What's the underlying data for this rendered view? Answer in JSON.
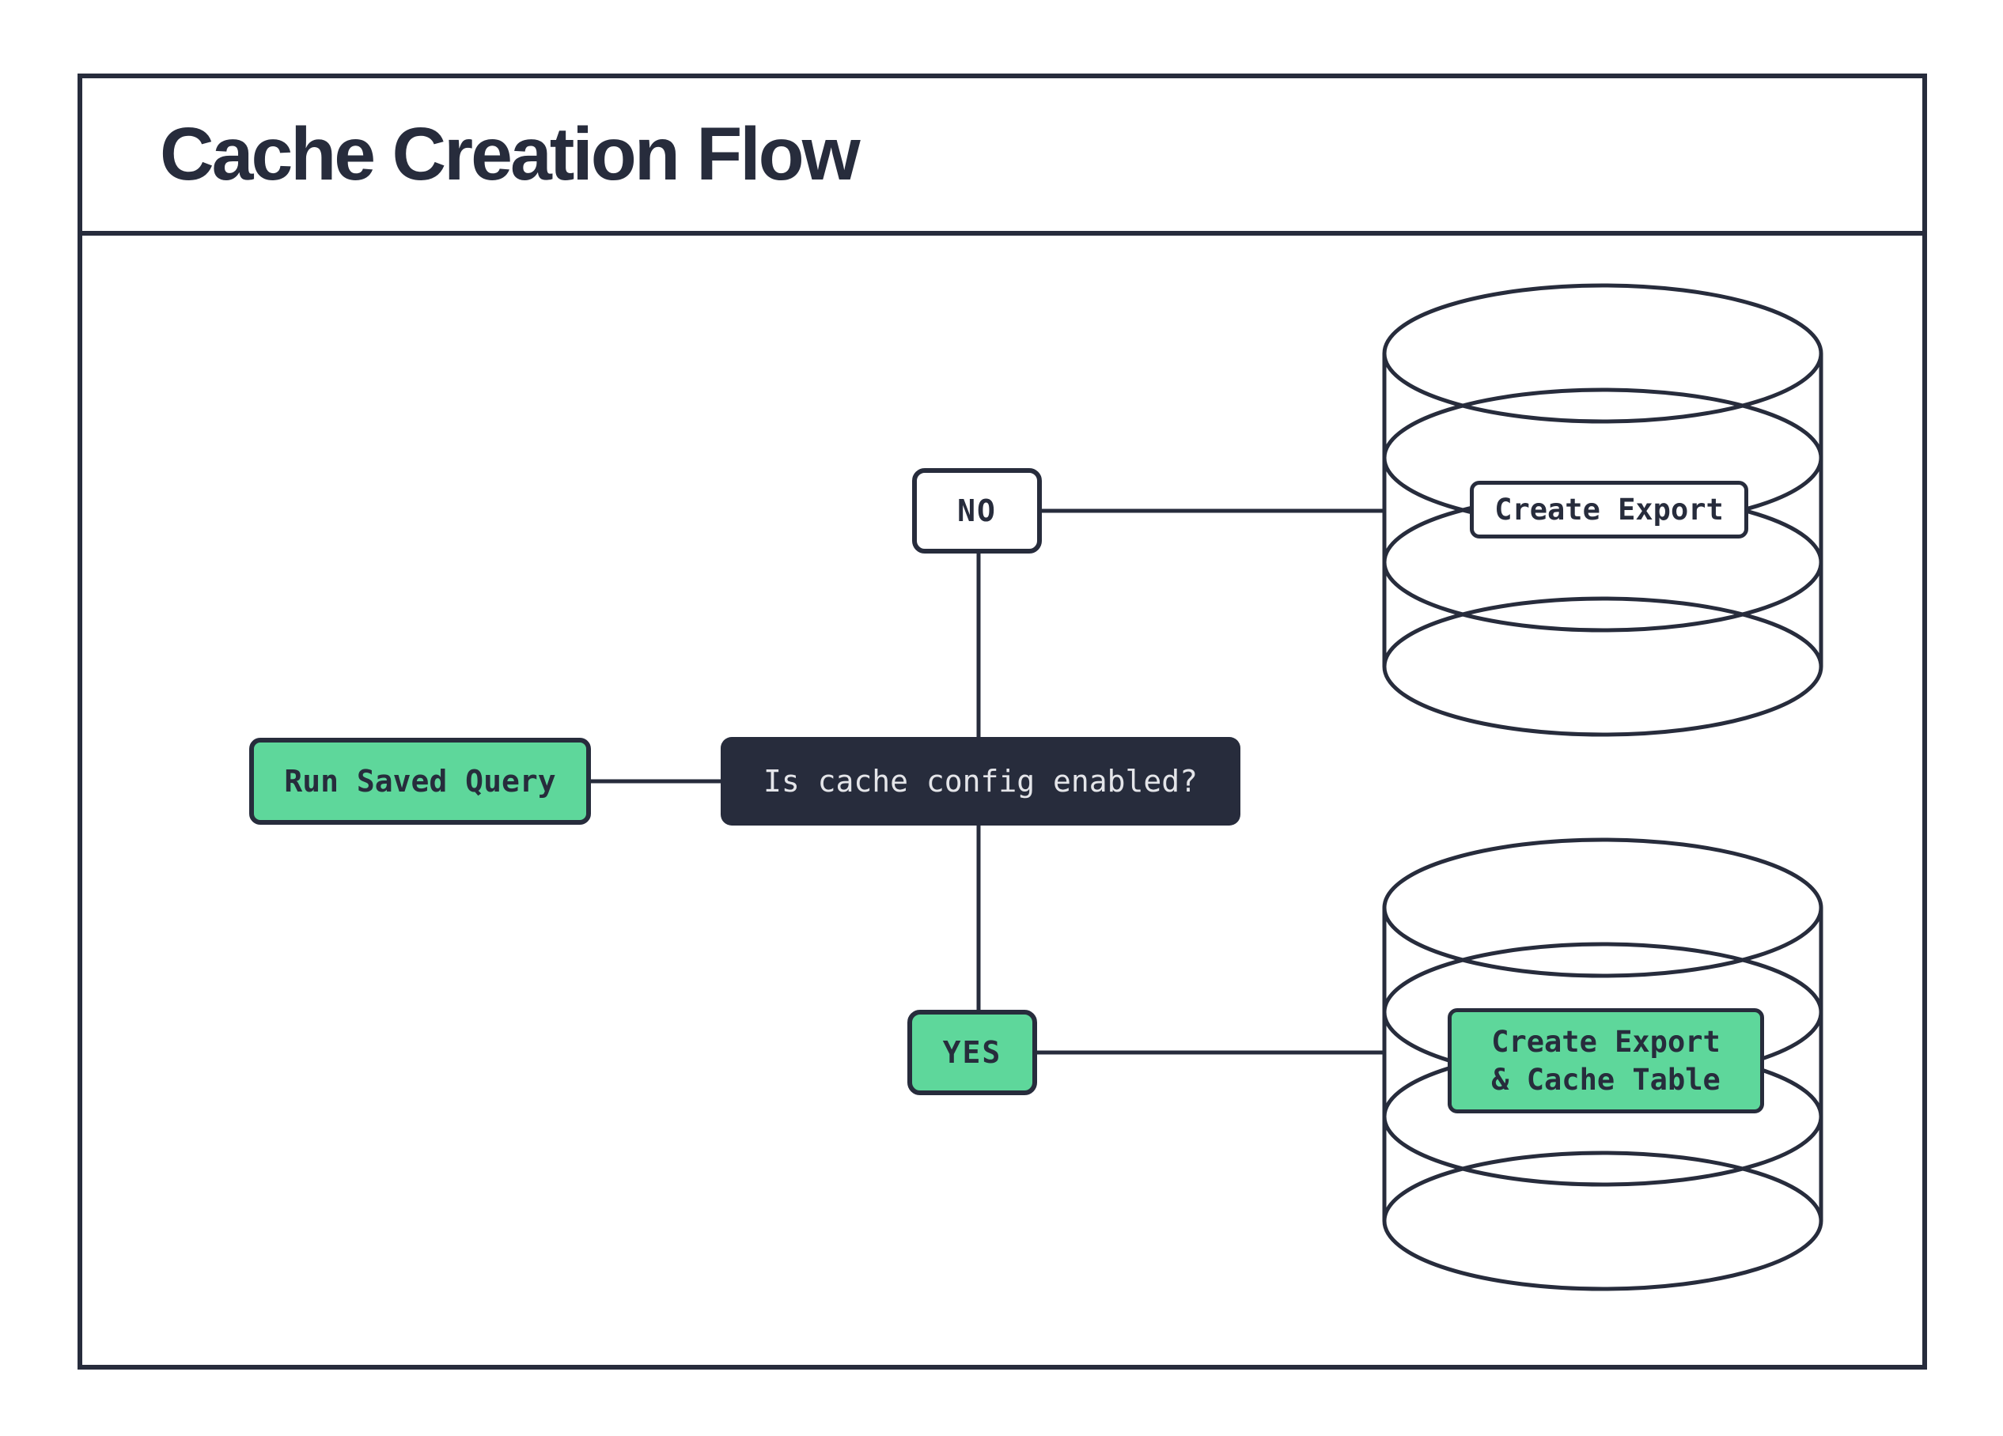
{
  "title": "Cache Creation Flow",
  "nodes": {
    "start": {
      "label": "Run Saved Query"
    },
    "decision": {
      "label": "Is cache config enabled?"
    },
    "branch_no": {
      "label": "NO"
    },
    "branch_yes": {
      "label": "YES"
    },
    "export_db": {
      "label": "Create Export"
    },
    "cache_db": {
      "label_line1": "Create Export",
      "label_line2": "& Cache Table"
    }
  },
  "icons": {
    "export_database": "database-cylinder",
    "cache_database": "database-cylinder"
  },
  "theme": {
    "ink": "#272C3C",
    "green": "#5ED79B",
    "light_text": "#E4E5E9",
    "background": "#FFFFFF"
  }
}
